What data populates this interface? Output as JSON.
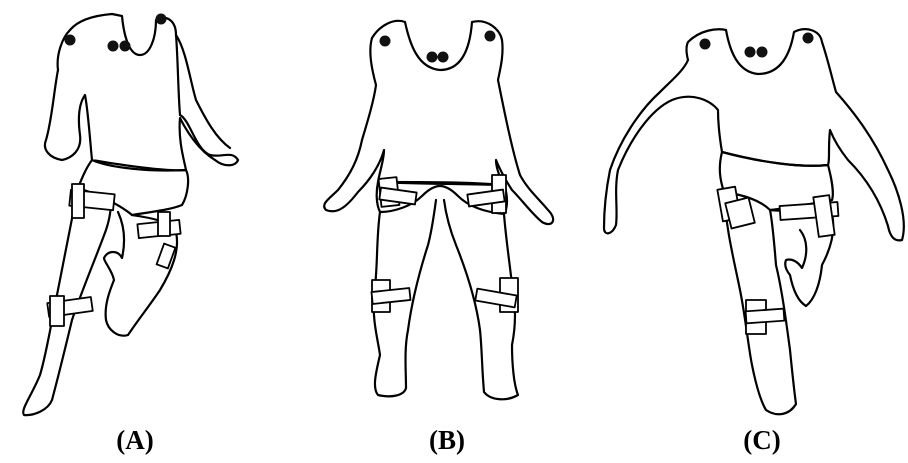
{
  "panels": [
    {
      "id": "A",
      "label": "(A)"
    },
    {
      "id": "B",
      "label": "(B)"
    },
    {
      "id": "C",
      "label": "(C)"
    }
  ],
  "colors": {
    "outline": "#000000",
    "marker": "#111111",
    "background": "#ffffff"
  }
}
